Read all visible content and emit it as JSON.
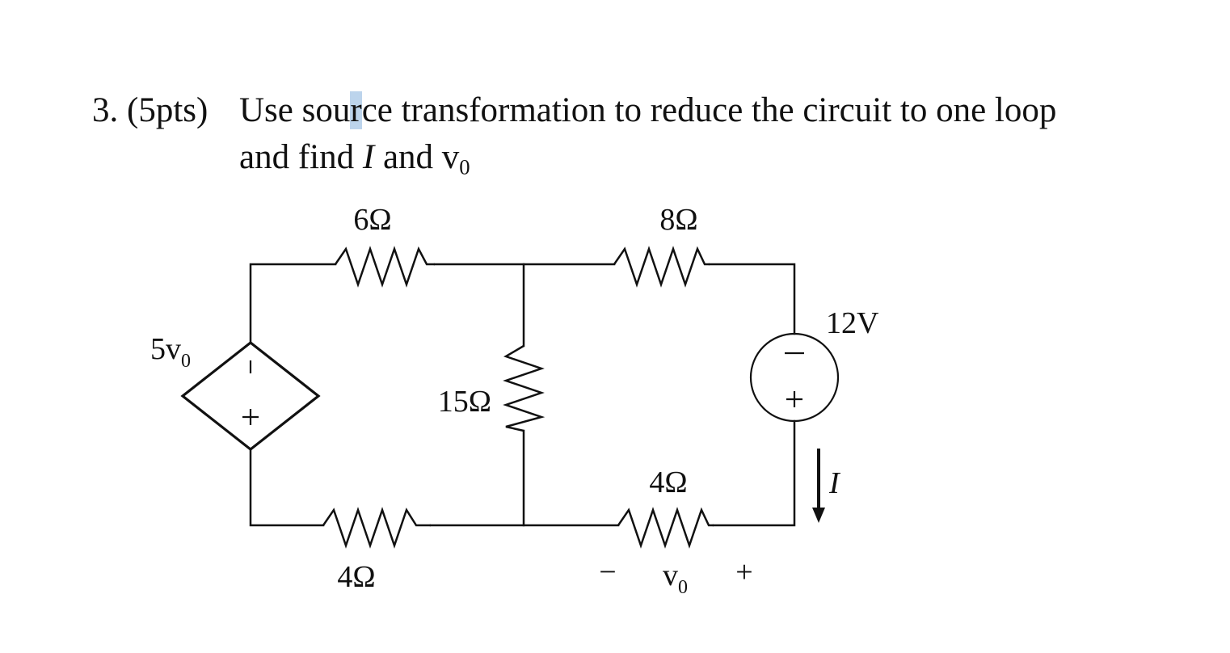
{
  "problem": {
    "number": "3. (5pts)",
    "text_line1_pre": "Use sou",
    "text_line1_sel": "r",
    "text_line1_post": "ce transformation to reduce the circuit to one loop",
    "text_line2_pre": "and find ",
    "text_line2_var_I": "I",
    "text_line2_mid": " and v",
    "text_line2_sub": "0"
  },
  "circuit": {
    "r_top_left": "6Ω",
    "r_top_right": "8Ω",
    "r_middle": "15Ω",
    "r_bottom_left": "4Ω",
    "r_bottom_right": "4Ω",
    "voltage_source": "12V",
    "dependent_source_main": "5v",
    "dependent_source_sub": "0",
    "current_label": "I",
    "vo_main": "v",
    "vo_sub": "0",
    "polarity_minus": "−",
    "polarity_plus": "+"
  },
  "colors": {
    "ink": "#111111",
    "text_selection": "#bcd4ec"
  }
}
